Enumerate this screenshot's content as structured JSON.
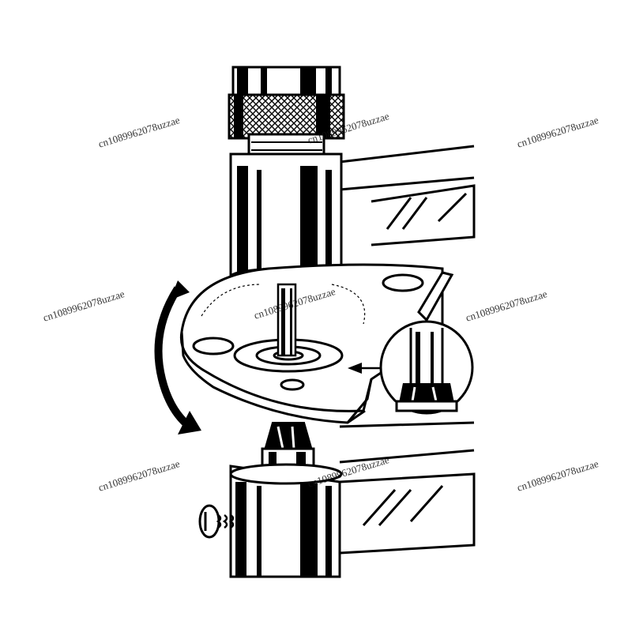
{
  "image": {
    "subject": "staking tool / anvil press illustration with rotating punch plate",
    "colors": {
      "ink": "#000000",
      "paper": "#ffffff"
    }
  },
  "watermark": {
    "text": "cn1089962078uzzae",
    "instances": [
      {
        "text": "cn1089962078uzzae"
      },
      {
        "text": "cn1089962078uzzae"
      },
      {
        "text": "cn1089962078uzzae"
      },
      {
        "text": "cn1089962078uzzae"
      },
      {
        "text": "cn1089962078uzzae"
      },
      {
        "text": "cn1089962078uzzae"
      },
      {
        "text": "cn1089962078uzzae"
      },
      {
        "text": "cn1089962078uzzae"
      },
      {
        "text": "cn1089962078uzzae"
      }
    ]
  },
  "icons": {
    "rotation-arrow": "curved-arrow-icon",
    "pointer-arrow": "left-arrow-icon",
    "detail-inset": "magnifier-circle-icon",
    "screw": "screw-icon"
  }
}
